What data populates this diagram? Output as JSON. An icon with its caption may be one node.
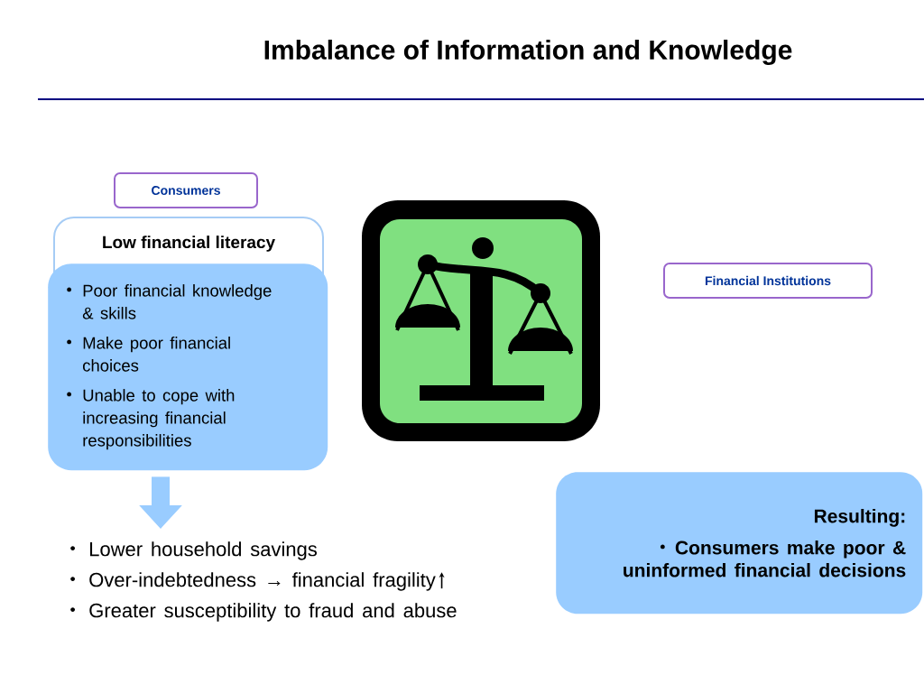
{
  "diagram": {
    "title": "Imbalance of Information and Knowledge",
    "nodes": [
      {
        "text": [
          "Consumers"
        ]
      },
      {
        "text": [
          "Low financial literacy"
        ]
      },
      {
        "text": [
          "Poor financial knowledge & skills",
          "Make poor financial choices",
          "Unable to cope with increasing financial responsibilities"
        ]
      },
      {
        "text": [
          "Lower household savings",
          "Over-indebtedness → financial fragility",
          "Greater susceptibility to fraud and abuse"
        ]
      },
      {
        "text": [
          "Financial Institutions"
        ]
      },
      {
        "text": [
          "Resulting:",
          "Consumers make poor & uninformed financial decisions"
        ]
      }
    ],
    "edges": [
      {
        "from": 2,
        "to": 3,
        "arrow": "to"
      }
    ]
  }
}
